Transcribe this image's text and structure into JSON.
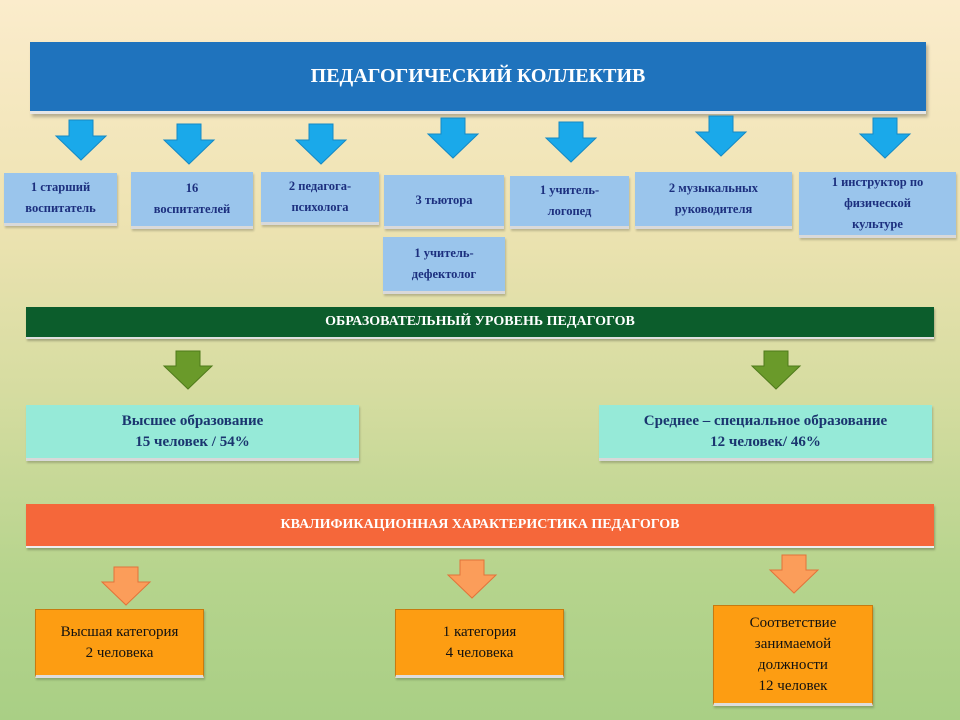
{
  "title": "ПЕДАГОГИЧЕСКИЙ КОЛЛЕКТИВ",
  "staff": [
    {
      "label": "1 старший\nвоспитатель"
    },
    {
      "label": "16\nвоспитателей"
    },
    {
      "label": "2 педагога-\nпсихолога"
    },
    {
      "label": "3 тьютора"
    },
    {
      "label": "1 учитель-\nдефектолог"
    },
    {
      "label": "1 учитель-\nлогопед"
    },
    {
      "label": "2 музыкальных\nруководителя"
    },
    {
      "label": "1 инструктор по\nфизической\nкультуре"
    }
  ],
  "education": {
    "header": "ОБРАЗОВАТЕЛЬНЫЙ УРОВЕНЬ ПЕДАГОГОВ",
    "items": [
      {
        "label": "Высшее образование\n15 человек / 54%"
      },
      {
        "label": "Среднее – специальное образование\n12 человек/ 46%"
      }
    ]
  },
  "qualification": {
    "header": "КВАЛИФИКАЦИОННАЯ ХАРАКТЕРИСТИКА ПЕДАГОГОВ",
    "items": [
      {
        "label": "Высшая категория\n2 человека"
      },
      {
        "label": "1 категория\n4 человека"
      },
      {
        "label": "Соответствие\nзанимаемой\nдолжности\n12 человек"
      }
    ]
  },
  "colors": {
    "title_bg": "#1f73bd",
    "staff_arrow": "#1aa9ea",
    "edu_header_bg": "#0c5d2c",
    "edu_arrow": "#6a9a2a",
    "qual_header_bg": "#f5673a",
    "qual_arrow": "#fb9d5a",
    "qual_box_bg": "#fd9d12"
  }
}
